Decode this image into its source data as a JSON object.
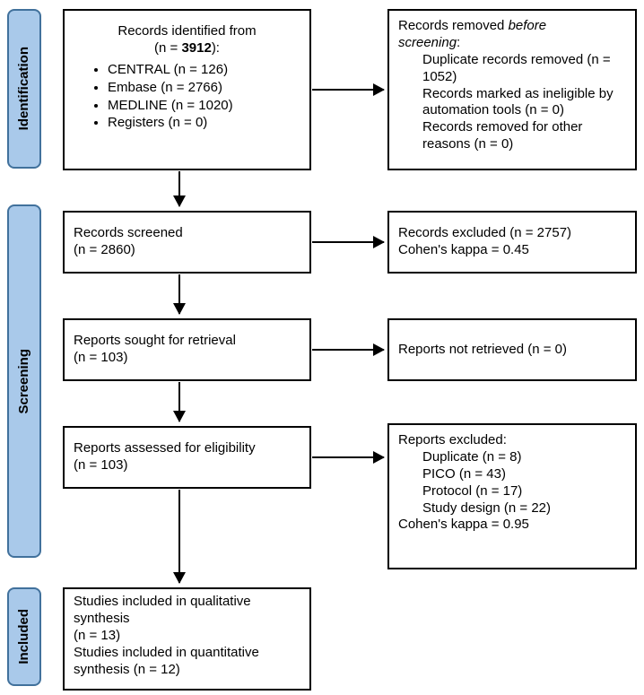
{
  "sidebar": {
    "identification": "Identification",
    "screening": "Screening",
    "included": "Included"
  },
  "boxes": {
    "identified": {
      "line1": "Records identified from",
      "n_prefix": "(n = ",
      "n_value": "3912",
      "n_suffix": "):",
      "items": [
        "CENTRAL (n = 126)",
        "Embase (n = 2766)",
        "MEDLINE (n = 1020)",
        "Registers (n = 0)"
      ]
    },
    "removed": {
      "title_prefix": "Records removed ",
      "title_italic": "before screening",
      "title_suffix": ":",
      "items": [
        "Duplicate records removed (n = 1052)",
        "Records marked as ineligible by automation tools (n = 0)",
        "Records removed for other reasons (n = 0)"
      ]
    },
    "screened": {
      "line1": "Records screened",
      "line2": "(n = 2860)"
    },
    "records_excluded": {
      "line1": "Records excluded (n = 2757)",
      "line2": "Cohen's kappa = 0.45"
    },
    "sought": {
      "line1": "Reports sought for retrieval",
      "line2": "(n = 103)"
    },
    "not_retrieved": {
      "line1": "Reports not retrieved (n = 0)"
    },
    "assessed": {
      "line1": "Reports assessed for eligibility",
      "line2": "(n = 103)"
    },
    "reports_excluded": {
      "title": "Reports excluded:",
      "items": [
        "Duplicate (n = 8)",
        "PICO (n = 43)",
        "Protocol (n = 17)",
        "Study design (n = 22)"
      ],
      "footer": "Cohen's kappa = 0.95"
    },
    "included_studies": {
      "line1": "Studies included in qualitative synthesis",
      "line2": "(n = 13)",
      "line3": "Studies included in quantitative synthesis (n = 12)"
    }
  },
  "colors": {
    "sidebar_fill": "#A9C9EA",
    "sidebar_border": "#41719C",
    "box_border": "#000000",
    "arrow": "#000000"
  }
}
